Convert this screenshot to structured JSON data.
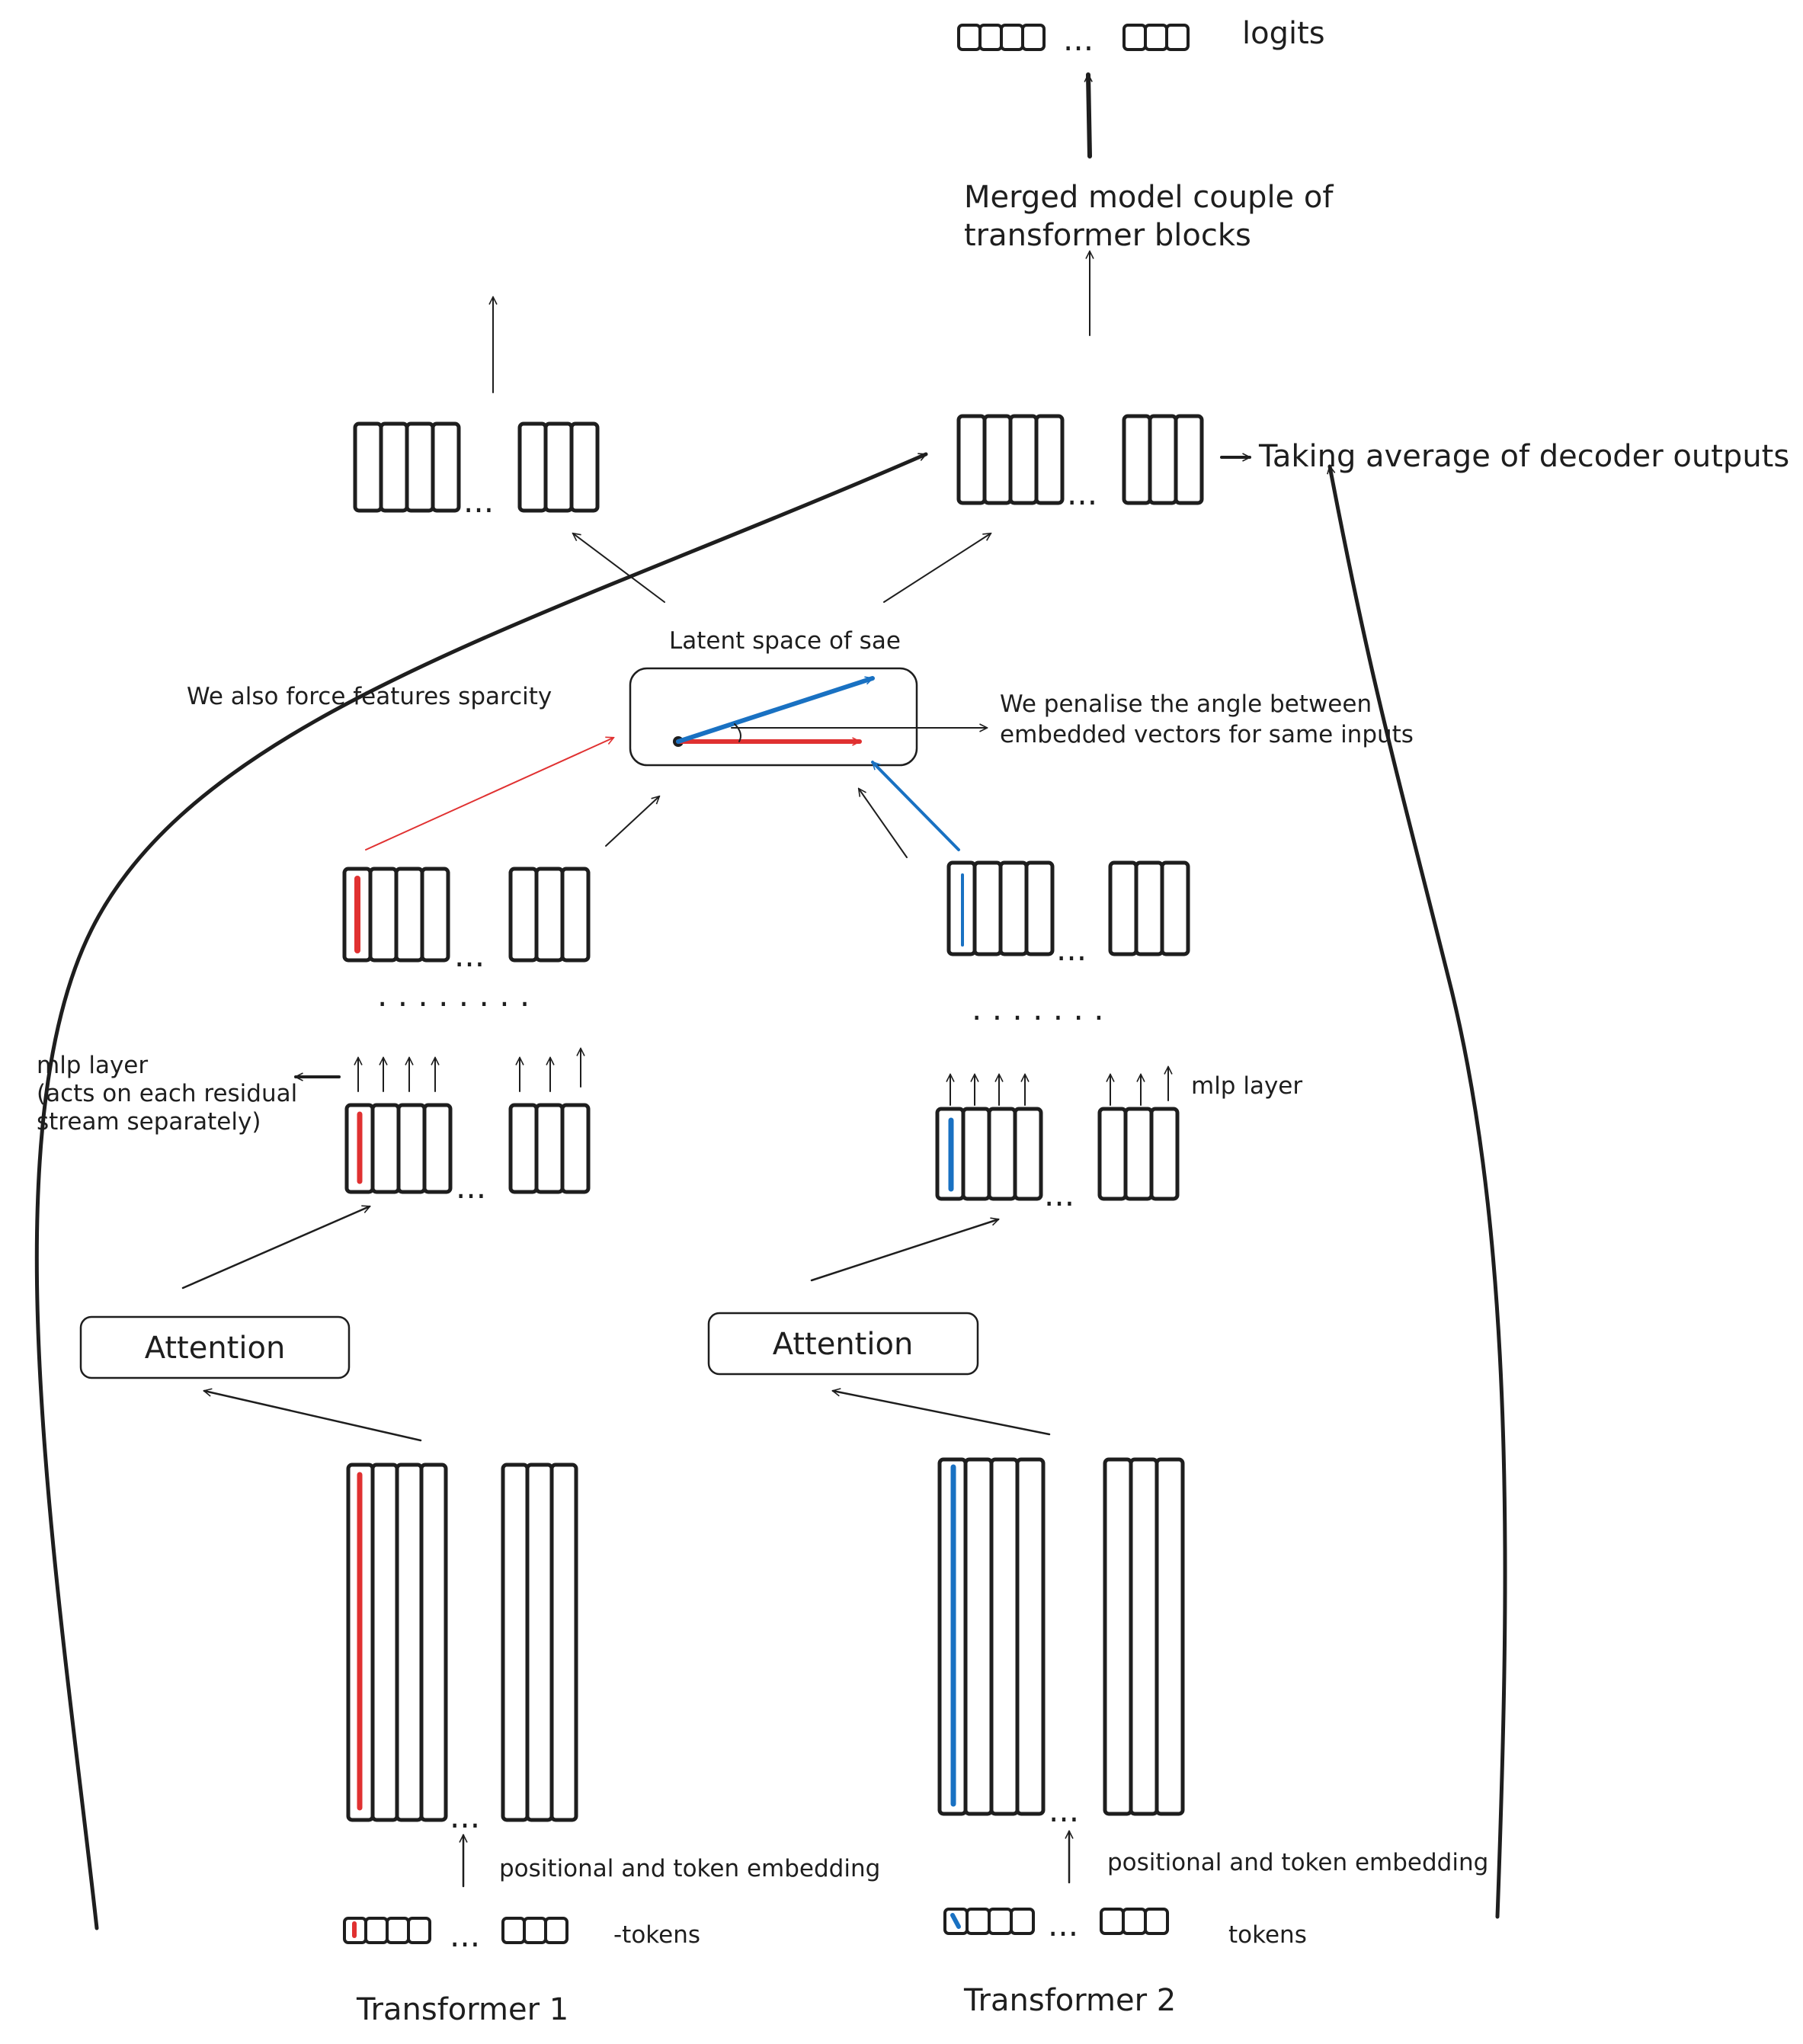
{
  "colors": {
    "stroke": "#1e1e1e",
    "red": "#e03131",
    "blue": "#1971c2"
  },
  "labels": {
    "logits": "logits",
    "merged_model": [
      "Merged model couple of",
      "transformer blocks"
    ],
    "taking_average": "Taking average of decoder outputs",
    "latent_space": "Latent space of sae",
    "force_sparsity": "We also force features sparcity",
    "penalise_angle": [
      "We penalise the angle between",
      "embedded vectors for same inputs"
    ],
    "mlp_layer_left": [
      "mlp layer",
      "(acts on each residual",
      "stream separately)"
    ],
    "mlp_layer_right": "mlp layer",
    "attention_left": "Attention",
    "attention_right": "Attention",
    "embedding_left": "positional and token embedding",
    "embedding_right": "positional and token embedding",
    "tokens_left": "-tokens",
    "tokens_right": "tokens",
    "transformer_1": "Transformer 1",
    "transformer_2": "Transformer 2",
    "ellipsis": "...",
    "dots_left": ". . . . . . . .",
    "dots_right": ". . . . . . ."
  }
}
